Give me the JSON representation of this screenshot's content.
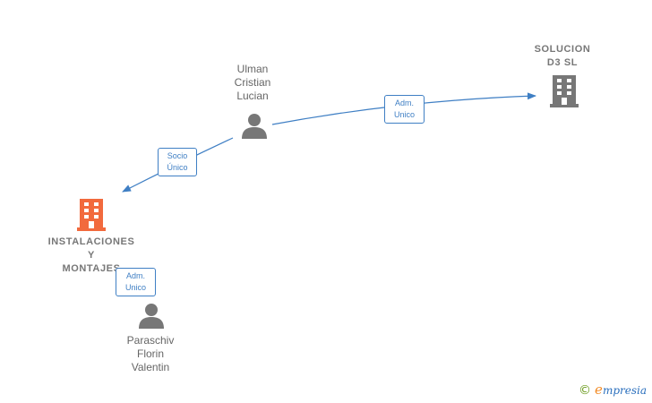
{
  "diagram": {
    "nodes": {
      "ulman": {
        "label": "Ulman\nCristian\nLucian",
        "kind": "person-icon"
      },
      "solucion": {
        "label": "SOLUCION\nD3  SL",
        "kind": "building-icon"
      },
      "instalaciones": {
        "label": "INSTALACIONES\nY\nMONTAJES",
        "kind": "building-icon"
      },
      "paraschiv": {
        "label": "Paraschiv\nFlorin\nValentin",
        "kind": "person-icon"
      }
    },
    "edges": {
      "socio": {
        "label": "Socio\nÚnico"
      },
      "adm_solucion": {
        "label": "Adm.\nUnico"
      },
      "adm_instalaciones": {
        "label": "Adm.\nUnico"
      }
    },
    "colors": {
      "edge": "#3f7fc4",
      "person": "#777777",
      "company_main": "#f26a3d",
      "company_other": "#777777"
    }
  },
  "brand": {
    "copyright": "©",
    "initial": "e",
    "name": "mpresia"
  }
}
